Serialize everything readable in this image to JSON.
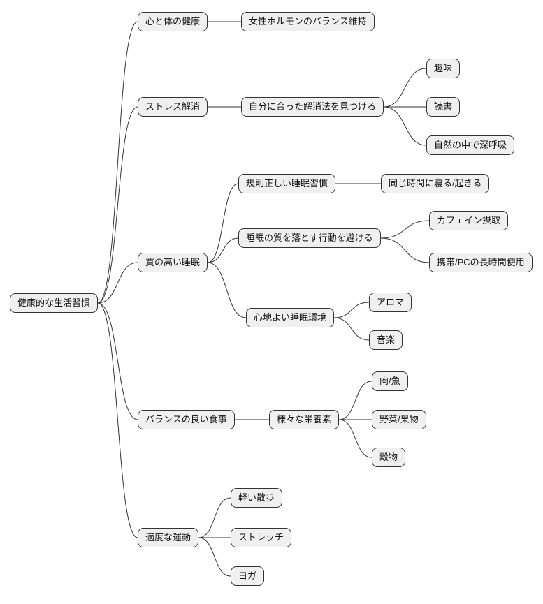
{
  "diagram": {
    "type": "mindmap",
    "node_fill": "#f0f0f0",
    "node_border": "#333333",
    "edge_color": "#333333"
  },
  "mindmap": {
    "root": {
      "label": "健康的な生活習慣"
    },
    "branches": [
      {
        "label": "心と体の健康",
        "children": [
          {
            "label": "女性ホルモンのバランス維持"
          }
        ]
      },
      {
        "label": "ストレス解消",
        "children": [
          {
            "label": "自分に合った解消法を見つける",
            "children": [
              {
                "label": "趣味"
              },
              {
                "label": "読書"
              },
              {
                "label": "自然の中で深呼吸"
              }
            ]
          }
        ]
      },
      {
        "label": "質の高い睡眠",
        "children": [
          {
            "label": "規則正しい睡眠習慣",
            "children": [
              {
                "label": "同じ時間に寝る/起きる"
              }
            ]
          },
          {
            "label": "睡眠の質を落とす行動を避ける",
            "children": [
              {
                "label": "カフェイン摂取"
              },
              {
                "label": "携帯/PCの長時間使用"
              }
            ]
          },
          {
            "label": "心地よい睡眠環境",
            "children": [
              {
                "label": "アロマ"
              },
              {
                "label": "音楽"
              }
            ]
          }
        ]
      },
      {
        "label": "バランスの良い食事",
        "children": [
          {
            "label": "様々な栄養素",
            "children": [
              {
                "label": "肉/魚"
              },
              {
                "label": "野菜/果物"
              },
              {
                "label": "穀物"
              }
            ]
          }
        ]
      },
      {
        "label": "適度な運動",
        "children": [
          {
            "label": "軽い散歩"
          },
          {
            "label": "ストレッチ"
          },
          {
            "label": "ヨガ"
          }
        ]
      }
    ]
  }
}
